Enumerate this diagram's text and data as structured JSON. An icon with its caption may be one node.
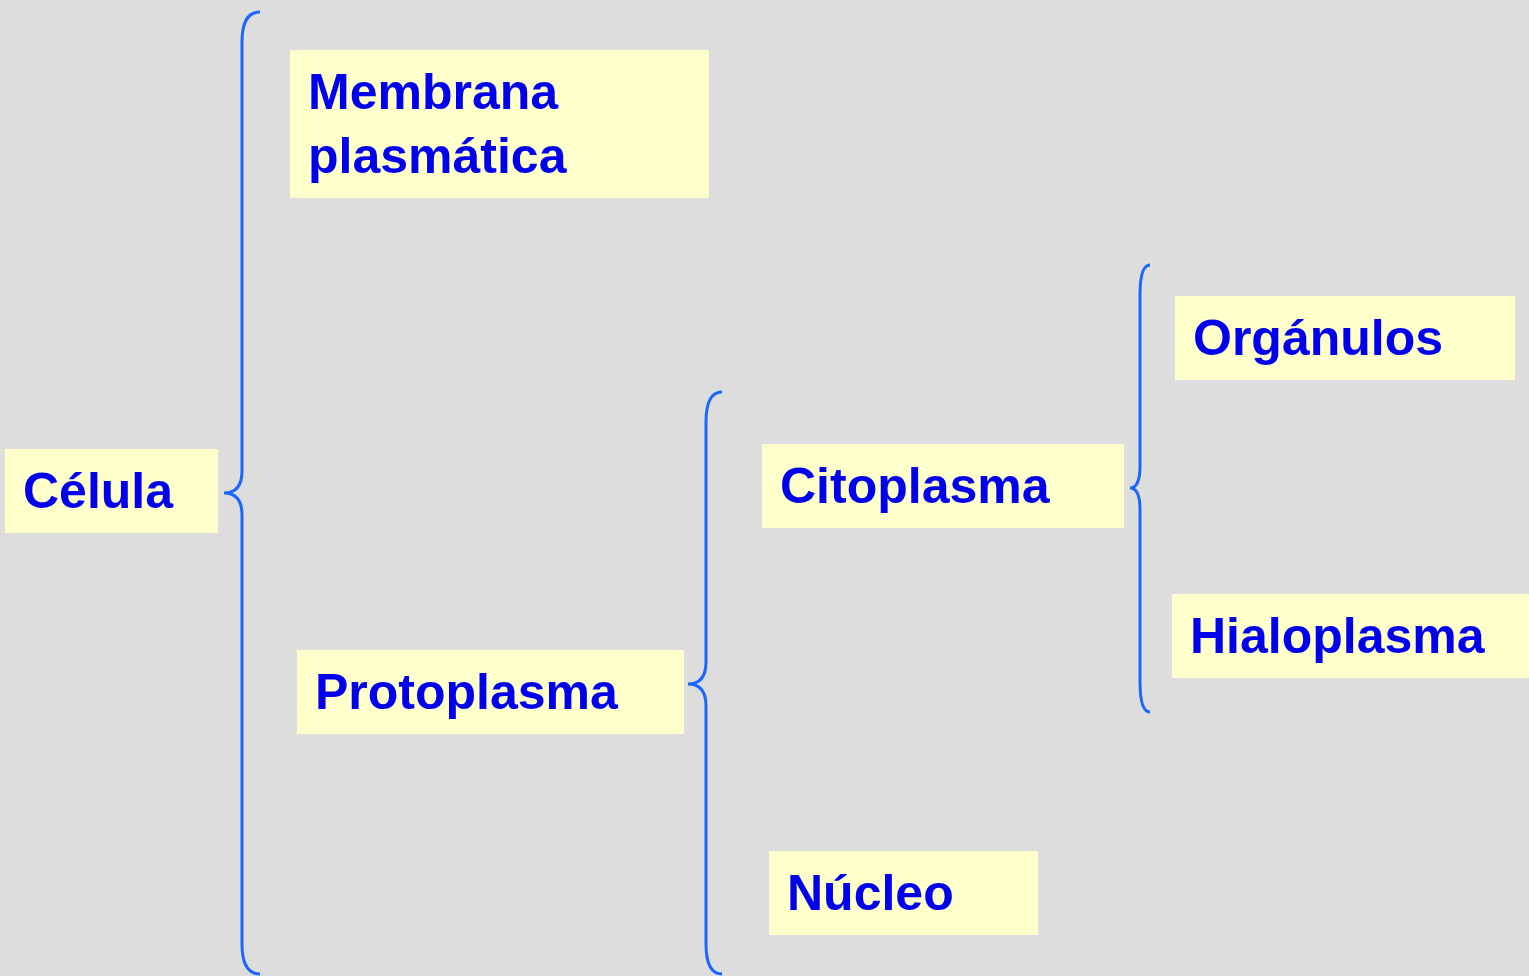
{
  "diagram": {
    "nodes": [
      {
        "text": [
          "Célula"
        ]
      },
      {
        "text": [
          "Membrana plasmática"
        ]
      },
      {
        "text": [
          "Protoplasma"
        ]
      },
      {
        "text": [
          "Citoplasma"
        ]
      },
      {
        "text": [
          "Núcleo"
        ]
      },
      {
        "text": [
          "Orgánulos"
        ]
      },
      {
        "text": [
          "Hialoplasma"
        ]
      }
    ]
  }
}
